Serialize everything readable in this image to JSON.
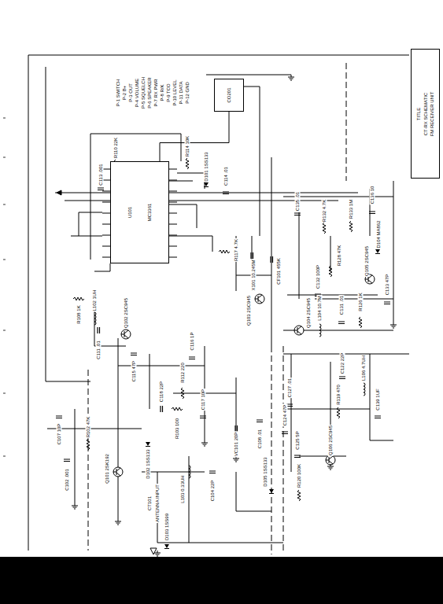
{
  "diagram": {
    "nodes": [
      {
        "text": [
          "U101",
          "MC3361"
        ]
      },
      {
        "text": [
          "CO201"
        ]
      },
      {
        "text": [
          "TITLE",
          "CT-RX SCHEMATIC",
          "FM RECEIVER UNIT"
        ]
      }
    ],
    "edges": [
      {
        "from": 0,
        "to": 1,
        "arrow": "none"
      }
    ],
    "labels": [
      "P-1 SWITCH",
      "P-2 B+",
      "P-3 OUT",
      "P-4 VOLUME",
      "P-5 SQUELCH",
      "P-6 SPEAKER",
      "P-7 RX PWR",
      "P-8 R/K",
      "P-9 TCO",
      "P-10 LEVEL",
      "P-11 DATA",
      "P-12 GND",
      "C113 .001",
      "R110 22K",
      "R114 10K",
      "D101 1SS133",
      "C114 .01",
      "R117 4.7K",
      "X101 10.245M",
      "Q103 2SC945",
      "CF101 455K",
      "C135 .01",
      "R132 4.7K",
      "R133 1M",
      "C136 10",
      "D104 MA862",
      "Q105 2SC945",
      "R128 47K",
      "C132 100P",
      "Q104 2SC945",
      "L104 10.7M",
      "C131 .01",
      "R126 1K",
      "C133 47P",
      "R108 1K",
      "L102 1UH",
      "C111 .01",
      "Q102 2SC945",
      "C115 47P",
      "C116 1P",
      "C117 10P",
      "C118 22P",
      "R112 220",
      "C107 10P",
      "R102 47K",
      "Q101 2SK192",
      "C102 .001",
      "D102 1SS133",
      "L103 0.33UH",
      "C104 22P",
      "ANTENNA INPUT",
      "CT101",
      "D103 1SS99",
      "C124 47P",
      "R119 470",
      "C122 22P",
      "L106 4.7UH",
      "Q106 2SC945",
      "C125 5P",
      "C127 .01",
      "R103 100",
      "VC101 20P",
      "C108 .01",
      "R120 100K",
      "D105 1SS133",
      "C139 1UF"
    ]
  }
}
